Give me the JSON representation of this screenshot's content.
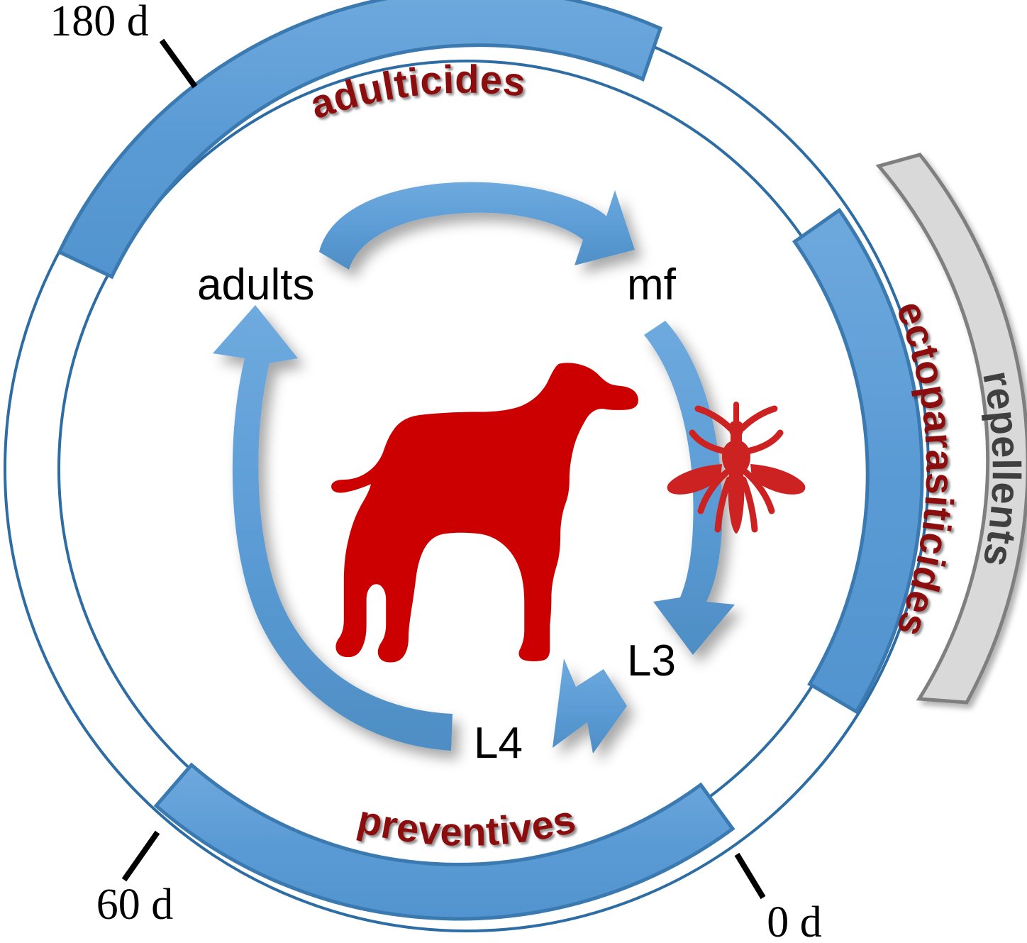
{
  "diagram": {
    "title": "Heartworm life cycle and drug class timeline",
    "colors": {
      "arc_blue_fill": "#5b9bd5",
      "arc_blue_stroke": "#3a7ab0",
      "ring_outline": "#2e6da4",
      "arc_gray_fill": "#d9d9d9",
      "arc_gray_stroke": "#7f7f7f",
      "arrow_blue": "#5b9bd5",
      "label_red": "#8b1010",
      "label_gray": "#404040",
      "dog_red": "#cc0000",
      "mosquito_red": "#cc2222",
      "tick_black": "#000000"
    },
    "outer_ring": {
      "label": "timeline-ring"
    },
    "arcs": [
      {
        "id": "adulticides",
        "label": "adulticides",
        "fill": "blue",
        "text_color": "#8b1010"
      },
      {
        "id": "ectoparasiticides",
        "label": "ectoparasiticides",
        "fill": "blue",
        "text_color": "#8b1010"
      },
      {
        "id": "preventives",
        "label": "preventives",
        "fill": "blue",
        "text_color": "#8b1010"
      },
      {
        "id": "repellents",
        "label": "repellents",
        "fill": "gray",
        "text_color": "#404040"
      }
    ],
    "tick_labels": [
      {
        "id": "tick-180d",
        "label": "180 d"
      },
      {
        "id": "tick-60d",
        "label": "60 d"
      },
      {
        "id": "tick-0d",
        "label": "0 d"
      }
    ],
    "lifecycle_stages": [
      {
        "id": "stage-adults",
        "label": "adults"
      },
      {
        "id": "stage-mf",
        "label": "mf"
      },
      {
        "id": "stage-l3",
        "label": "L3"
      },
      {
        "id": "stage-l4",
        "label": "L4"
      }
    ],
    "icons": [
      {
        "id": "dog-silhouette-icon",
        "name": "dog-icon"
      },
      {
        "id": "mosquito-silhouette-icon",
        "name": "mosquito-icon"
      }
    ]
  }
}
